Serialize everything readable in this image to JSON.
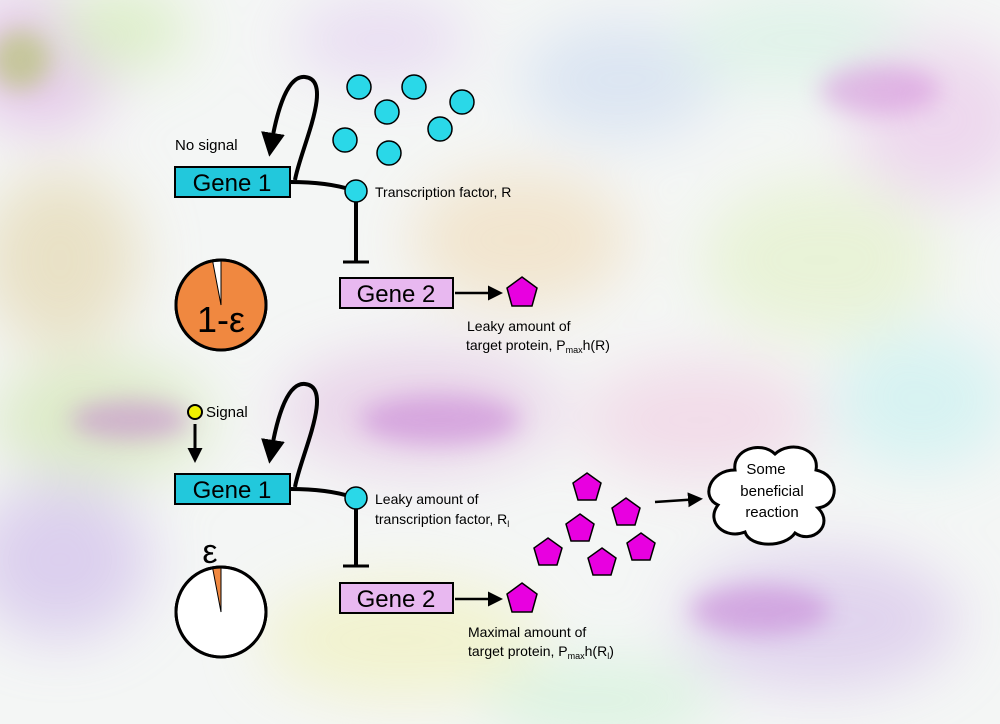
{
  "top_panel": {
    "signal_label": "No signal",
    "gene1_label": "Gene 1",
    "gene2_label": "Gene 2",
    "tf_label": "Transcription factor, R",
    "output_line1": "Leaky amount of",
    "output_line2_prefix": "target protein, P",
    "output_sub": "max",
    "output_suffix": "h(R)",
    "pie_label": "1-ε",
    "pie_fraction": 0.97
  },
  "bottom_panel": {
    "signal_label": "Signal",
    "gene1_label": "Gene 1",
    "gene2_label": "Gene 2",
    "tf_line1": "Leaky amount of",
    "tf_line2_prefix": "transcription factor, R",
    "tf_sub": "l",
    "output_line1": "Maximal amount of",
    "output_line2_prefix": "target protein, P",
    "output_sub": "max",
    "output_suffix_open": "h(R",
    "output_suffix_sub": "l",
    "output_suffix_close": ")",
    "pie_label": "ε",
    "pie_fraction": 0.03
  },
  "cloud": {
    "line1": "Some",
    "line2": "beneficial",
    "line3": "reaction"
  },
  "colors": {
    "gene1": "#22c8dc",
    "gene2": "#e8b8f0",
    "tf_circle": "#2ad8e8",
    "protein": "#e800e0",
    "pie_orange": "#f08840",
    "signal": "#f0f000"
  }
}
